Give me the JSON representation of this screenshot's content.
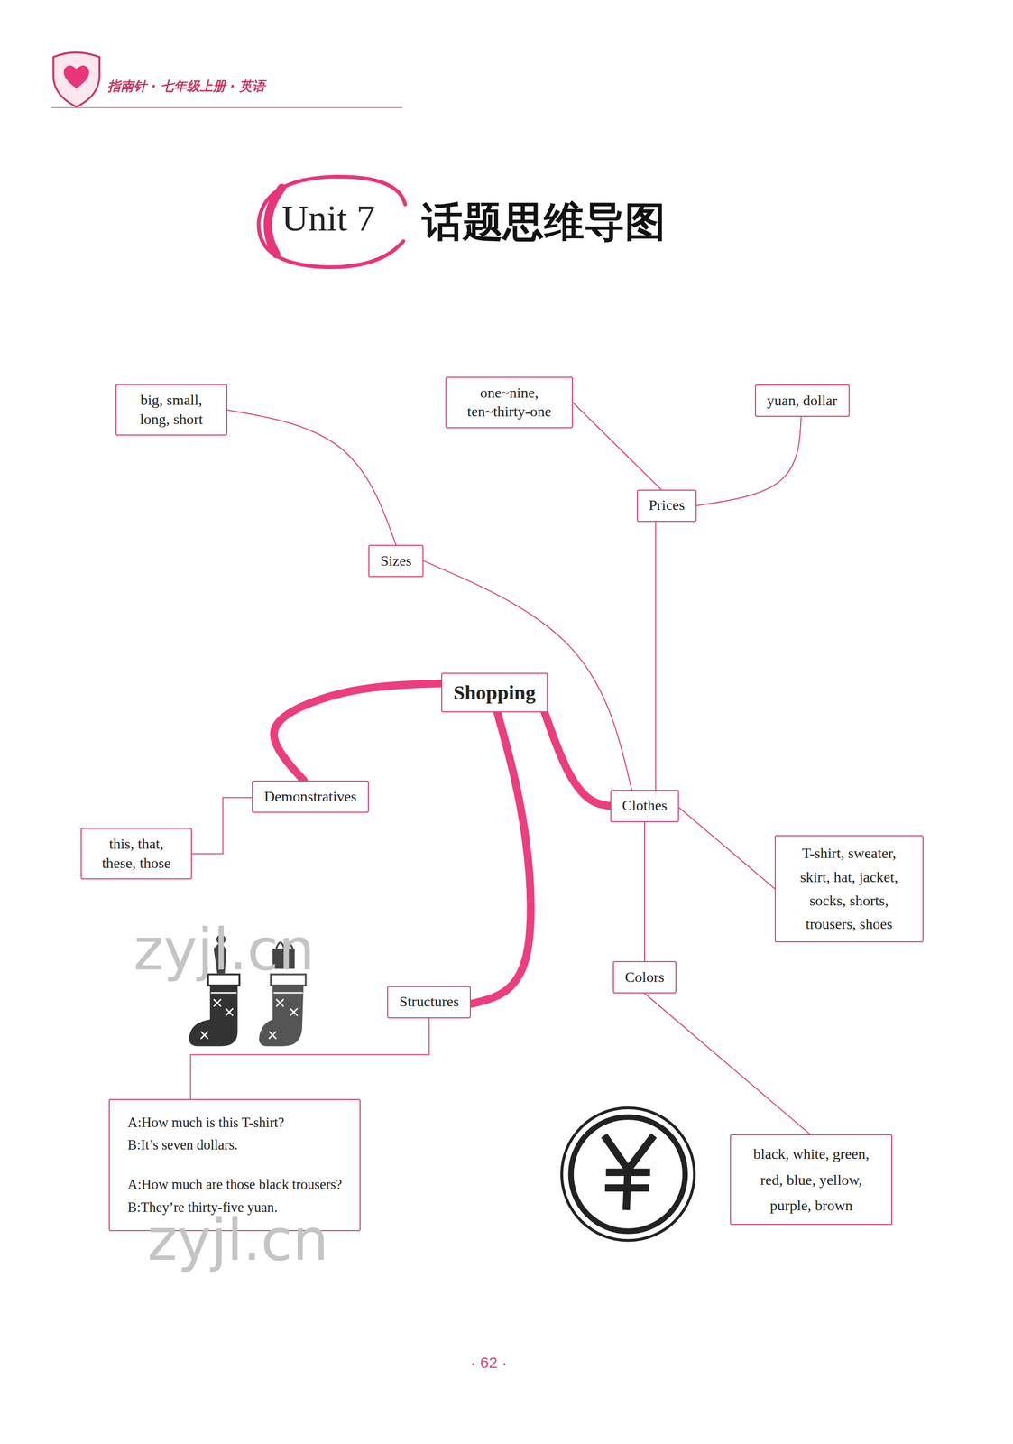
{
  "diagram": {
    "title": "话题思维导图",
    "nodes": [
      {
        "text": [
          "big, small, long, short"
        ]
      },
      {
        "text": [
          "one~nine, ten~thirty-one"
        ]
      },
      {
        "text": [
          "yuan, dollar"
        ]
      },
      {
        "text": [
          "Prices"
        ]
      },
      {
        "text": [
          "Sizes"
        ]
      },
      {
        "text": [
          "Shopping"
        ]
      },
      {
        "text": [
          "Demonstratives"
        ]
      },
      {
        "text": [
          "Clothes"
        ]
      },
      {
        "text": [
          "this, that, these, those"
        ]
      },
      {
        "text": [
          "T-shirt, sweater, skirt, hat, jacket, socks, shorts, trousers, shoes"
        ]
      },
      {
        "text": [
          "Colors"
        ]
      },
      {
        "text": [
          "Structures"
        ]
      },
      {
        "text": [
          "A:How much is this T-shirt?",
          "B:It’s seven dollars.",
          "A:How much are those black trousers?",
          "B:They’re thirty-five yuan."
        ]
      },
      {
        "text": [
          "black, white, green, red, blue, yellow, purple, brown"
        ]
      }
    ],
    "edges": [
      {
        "from": 0,
        "to": 4,
        "arrow": "none"
      },
      {
        "from": 1,
        "to": 3,
        "arrow": "none"
      },
      {
        "from": 2,
        "to": 3,
        "arrow": "none"
      },
      {
        "from": 3,
        "to": 7,
        "arrow": "none"
      },
      {
        "from": 4,
        "to": 7,
        "arrow": "none"
      },
      {
        "from": 5,
        "to": 6,
        "arrow": "none"
      },
      {
        "from": 5,
        "to": 7,
        "arrow": "none"
      },
      {
        "from": 5,
        "to": 11,
        "arrow": "none"
      },
      {
        "from": 6,
        "to": 8,
        "arrow": "none"
      },
      {
        "from": 7,
        "to": 9,
        "arrow": "none"
      },
      {
        "from": 7,
        "to": 10,
        "arrow": "none"
      },
      {
        "from": 10,
        "to": 13,
        "arrow": "none"
      },
      {
        "from": 11,
        "to": 12,
        "arrow": "none"
      }
    ],
    "labels": [
      "指南针 · 七年级上册 · 英语",
      "Unit 7",
      "zyjl.cn",
      "zyjl.cn",
      "· 62 ·"
    ]
  }
}
